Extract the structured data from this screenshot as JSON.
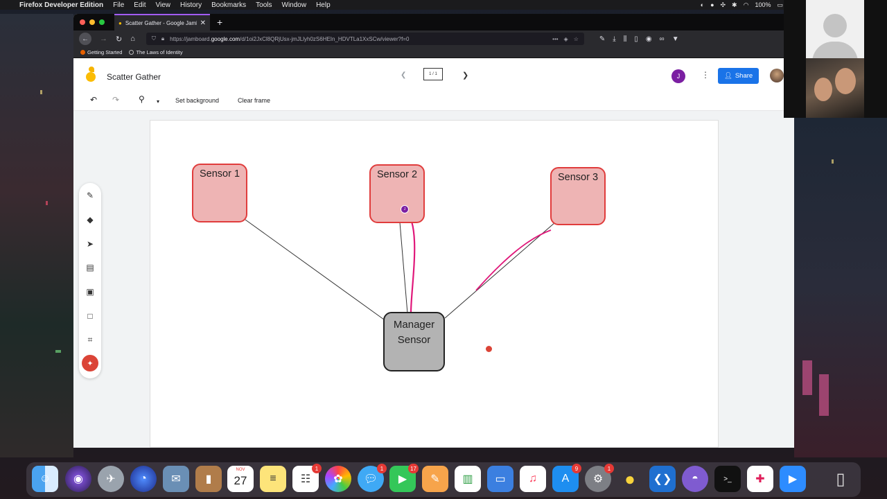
{
  "menubar": {
    "app_name": "Firefox Developer Edition",
    "items": [
      "File",
      "Edit",
      "View",
      "History",
      "Bookmarks",
      "Tools",
      "Window",
      "Help"
    ],
    "battery": "100%"
  },
  "browser": {
    "tab_title": "Scatter Gather - Google Jamboard",
    "url_prefix": "https://jamboard.",
    "url_host": "google.com",
    "url_path": "/d/1oi2JxCl8QRjUsx-jmJLlyh0zS6HEIn_HDVTLa1XxSCw/viewer?f=0",
    "bookmarks": [
      "Getting Started",
      "The Laws of Identity"
    ]
  },
  "jamboard": {
    "title": "Scatter Gather",
    "frame_indicator": "1 / 1",
    "avatar_initial": "J",
    "share_label": "Share",
    "toolbar": {
      "set_background": "Set background",
      "clear_frame": "Clear frame"
    },
    "notes": {
      "sensor1": "Sensor 1",
      "sensor2": "Sensor 2",
      "sensor3": "Sensor 3",
      "manager": "Manager Sensor"
    },
    "cursor_initial": "J"
  },
  "dock": {
    "calendar_month": "NOV",
    "calendar_day": "27",
    "badges": {
      "reminders": "1",
      "messages": "1",
      "facetime": "17",
      "appstore": "9",
      "settings": "1"
    }
  },
  "colors": {
    "note_fill": "#eeb4b4",
    "note_border": "#e03c3c",
    "manager_fill": "#b3b3b3",
    "ink": "#e0187a",
    "share_blue": "#1a73e8",
    "laser": "#db4437"
  }
}
